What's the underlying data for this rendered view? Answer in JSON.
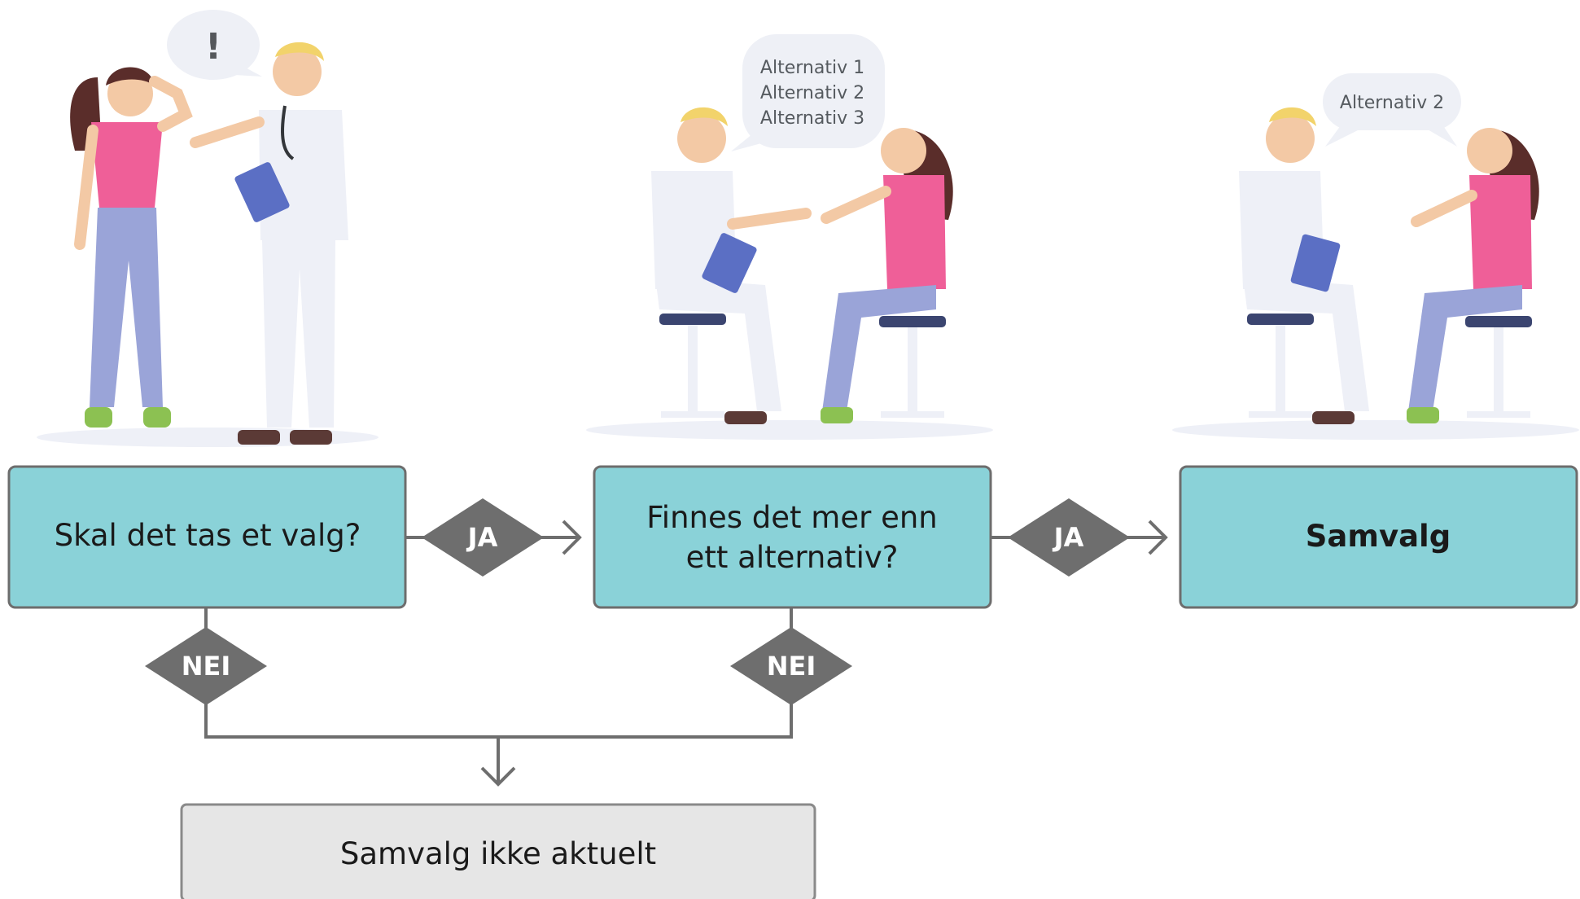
{
  "colors": {
    "box_fill": "#8ad2d8",
    "box_stroke": "#6d6d6d",
    "gray_box_fill": "#e6e6e6",
    "diamond_fill": "#6e6e6e",
    "line": "#6e6e6e",
    "shirt_pink": "#ef5f98",
    "pants_blue": "#9aa4d8",
    "coat_white": "#eef0f7",
    "clipboard_blue": "#5b6fc4",
    "shoe_green": "#8cc152"
  },
  "scenes": {
    "scene1": {
      "bubble": "!"
    },
    "scene2": {
      "bubble_lines": [
        "Alternativ 1",
        "Alternativ 2",
        "Alternativ 3"
      ]
    },
    "scene3": {
      "bubble": "Alternativ 2"
    }
  },
  "flow": {
    "q1": "Skal det tas et valg?",
    "q2_line1": "Finnes det mer enn",
    "q2_line2": "ett alternativ?",
    "result": "Samvalg",
    "yes1": "JA",
    "yes2": "JA",
    "no1": "NEI",
    "no2": "NEI",
    "not_relevant": "Samvalg ikke aktuelt"
  }
}
